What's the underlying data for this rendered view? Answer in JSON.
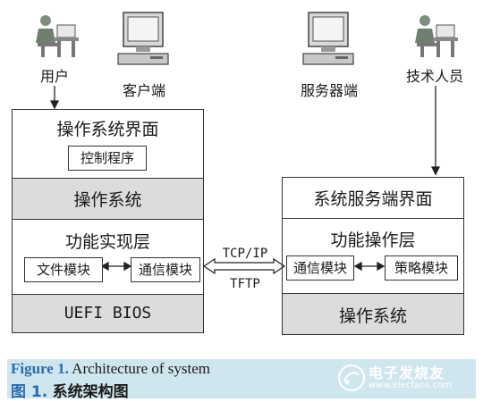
{
  "actors": {
    "user": "用户",
    "client": "客户端",
    "server": "服务器端",
    "technician": "技术人员"
  },
  "left_stack": {
    "os_interface": "操作系统界面",
    "control_program": "控制程序",
    "os": "操作系统",
    "function_layer": "功能实现层",
    "file_module": "文件模块",
    "comm_module": "通信模块",
    "bios": "UEFI BIOS"
  },
  "right_stack": {
    "server_interface": "系统服务端界面",
    "function_layer": "功能操作层",
    "comm_module": "通信模块",
    "policy_module": "策略模块",
    "os": "操作系统"
  },
  "link": {
    "protocol_top": "TCP/IP",
    "protocol_bottom": "TFTP"
  },
  "caption": {
    "en_tag": "Figure 1.",
    "en_text": "Architecture of system",
    "zh_tag": "图 1.",
    "zh_text": "系统架构图"
  },
  "watermark": {
    "text": "电子发烧友",
    "url": "www.elecfans.com"
  },
  "colors": {
    "layer_gray": "#dcdcdc",
    "caption_bg": "#cfe6ee",
    "caption_tag": "#2b6cb0"
  }
}
